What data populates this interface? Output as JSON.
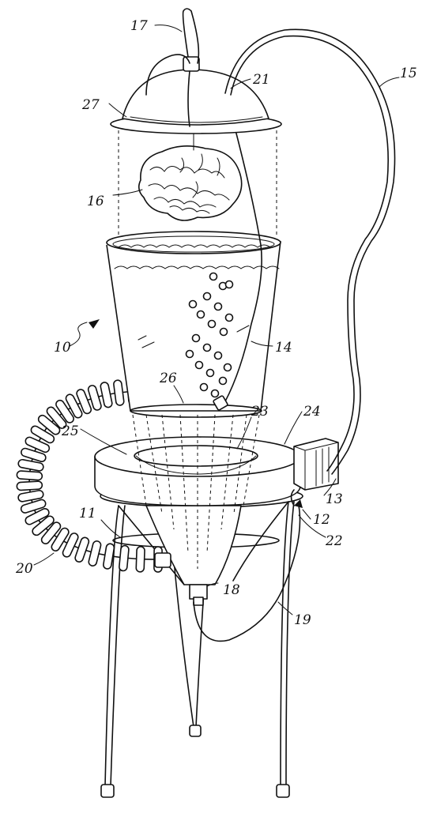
{
  "labels": {
    "l10": "10",
    "l11": "11",
    "l12": "12",
    "l13": "13",
    "l14": "14",
    "l15": "15",
    "l16": "16",
    "l17": "17",
    "l18": "18",
    "l19": "19",
    "l20": "20",
    "l21": "21",
    "l22": "22",
    "l23": "23",
    "l24": "24",
    "l25": "25",
    "l26": "26",
    "l27": "27"
  }
}
